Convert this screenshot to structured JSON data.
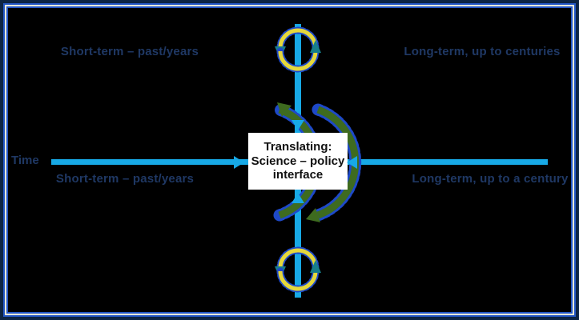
{
  "diagram": {
    "title_box": {
      "line1": "Translating:",
      "line2": "Science – policy",
      "line3": "interface"
    },
    "axis": {
      "label": "Time"
    },
    "quadrant_labels": {
      "top_left": "Short-term – past/years",
      "top_right": "Long-term, up to centuries",
      "bottom_left": "Short-term – past/years",
      "bottom_right": "Long-term, up to a century"
    },
    "icons": {
      "top": "cycle-arrows-icon",
      "bottom": "cycle-arrows-icon",
      "center": "cycle-flow-arrows"
    },
    "colors": {
      "background": "#000000",
      "axis_cyan": "#17A9E6",
      "label_navy": "#1F3864",
      "arrow_green": "#3E6B1F",
      "arrow_yellow": "#E5D83B",
      "outline_blue": "#1E49C8",
      "arrowhead_teal": "#177E8A",
      "frame_navy": "#0D2443",
      "frame_blue": "#2457C5",
      "frame_cream": "#EFE9D8",
      "box_background": "#FFFFFF",
      "box_text": "#111111"
    }
  }
}
